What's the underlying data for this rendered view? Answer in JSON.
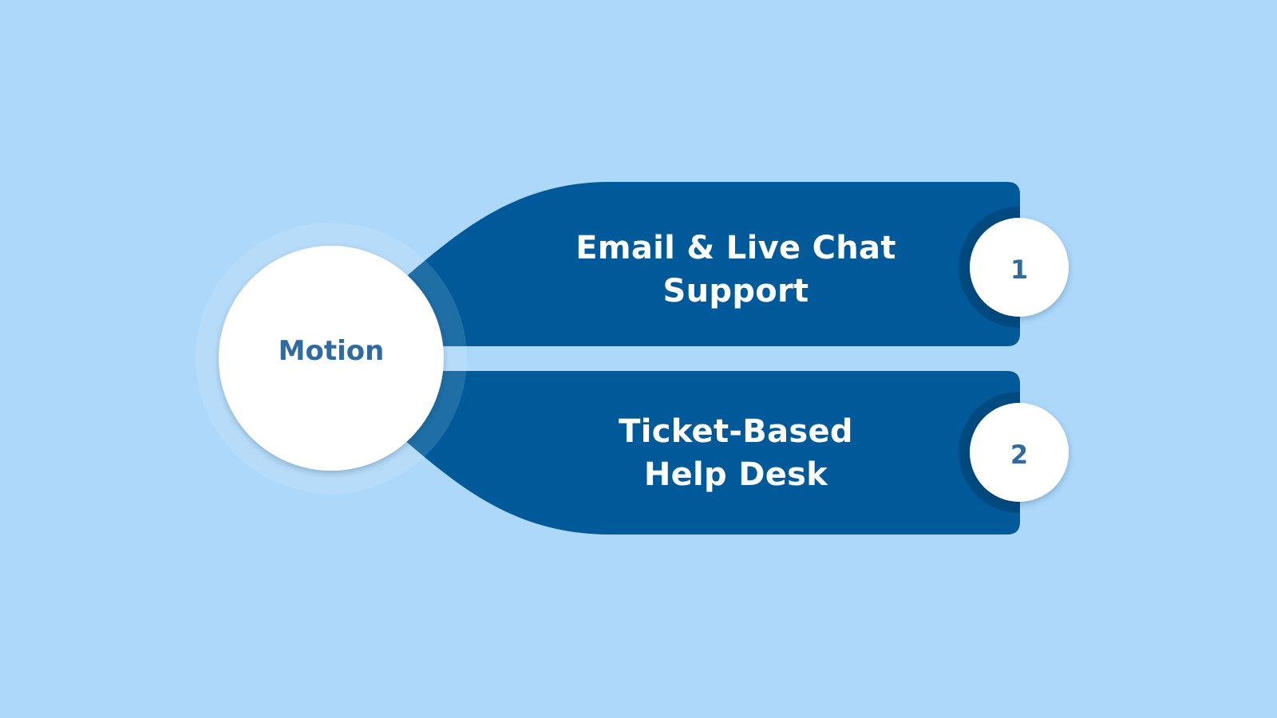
{
  "colors": {
    "background": "#add8fa",
    "branch_fill": "#005a9a",
    "branch_shadow": "#004a80",
    "hub_fill": "#ffffff",
    "hub_halo": "#c3e0f8",
    "text_light": "#ffffff",
    "text_accent": "#2f6aa0"
  },
  "hub": {
    "label": "Motion"
  },
  "branches": [
    {
      "number": "1",
      "line1": "Email & Live Chat",
      "line2": "Support"
    },
    {
      "number": "2",
      "line1": "Ticket-Based",
      "line2": "Help Desk"
    }
  ]
}
